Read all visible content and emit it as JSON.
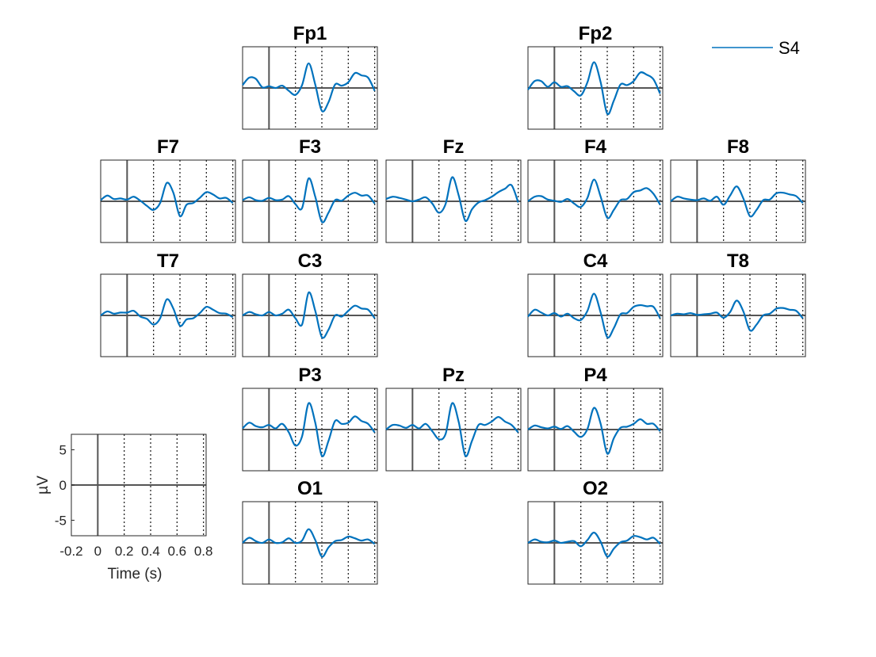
{
  "chart_data": {
    "type": "line",
    "xlim": [
      -0.2,
      0.82
    ],
    "ylim": [
      -7.2,
      7.2
    ],
    "grid": "dotted vertical at 0.2, 0.4, 0.6, 0.8",
    "legend": {
      "placement": "top-right",
      "entries": [
        {
          "name": "S4",
          "color": "#0072BD"
        }
      ]
    },
    "colors": {
      "series": "#0072BD",
      "zero_line": "#555555",
      "axes": "#262626"
    },
    "scale_axes": {
      "xlabel": "Time (s)",
      "ylabel": "µV",
      "xticks": [
        -0.2,
        0,
        0.2,
        0.4,
        0.6,
        0.8
      ],
      "xtick_labels": [
        "-0.2",
        "0",
        "0.2",
        "0.4",
        "0.6",
        "0.8"
      ],
      "yticks": [
        5,
        0,
        -5
      ],
      "ytick_labels": [
        "5",
        "0",
        "-5"
      ]
    },
    "x": [
      -0.2,
      -0.15,
      -0.1,
      -0.05,
      0,
      0.05,
      0.1,
      0.15,
      0.2,
      0.25,
      0.3,
      0.35,
      0.4,
      0.45,
      0.5,
      0.55,
      0.6,
      0.65,
      0.7,
      0.75,
      0.8
    ],
    "channels": [
      {
        "name": "Fp1",
        "series": "S4",
        "values": [
          0.5,
          1.8,
          1.6,
          0.1,
          0.3,
          0.0,
          0.4,
          -0.5,
          -1.2,
          0.5,
          4.3,
          0.6,
          -4.0,
          -2.5,
          0.6,
          0.4,
          1.0,
          2.6,
          2.2,
          1.8,
          -0.5
        ]
      },
      {
        "name": "Fp2",
        "series": "S4",
        "values": [
          -0.3,
          1.2,
          1.2,
          0.2,
          1.0,
          0.2,
          0.3,
          -0.6,
          -1.3,
          1.0,
          4.5,
          1.0,
          -4.5,
          -2.2,
          0.6,
          0.5,
          1.2,
          2.7,
          2.3,
          1.5,
          -1.0
        ]
      },
      {
        "name": "F7",
        "series": "S4",
        "values": [
          0.2,
          1.0,
          0.4,
          0.5,
          0.3,
          0.8,
          0.1,
          -0.8,
          -1.5,
          -0.3,
          3.2,
          1.5,
          -2.6,
          -0.6,
          -0.3,
          0.6,
          1.6,
          1.2,
          0.5,
          0.6,
          -0.3
        ]
      },
      {
        "name": "F3",
        "series": "S4",
        "values": [
          0.2,
          0.7,
          0.2,
          0.1,
          0.6,
          0.2,
          0.3,
          0.9,
          -0.5,
          -1.2,
          4.0,
          0.8,
          -3.6,
          -2.0,
          0.2,
          0.1,
          1.0,
          1.5,
          1.0,
          1.0,
          -0.4
        ]
      },
      {
        "name": "Fz",
        "series": "S4",
        "values": [
          0.4,
          0.8,
          0.6,
          0.3,
          0.0,
          0.3,
          0.7,
          -0.4,
          -2.0,
          -0.5,
          4.2,
          1.0,
          -3.4,
          -1.4,
          -0.2,
          0.2,
          0.8,
          1.6,
          2.2,
          2.8,
          -0.2
        ]
      },
      {
        "name": "F4",
        "series": "S4",
        "values": [
          0.0,
          0.8,
          0.9,
          0.3,
          0.1,
          -0.1,
          0.4,
          -0.4,
          -1.0,
          0.6,
          3.8,
          0.8,
          -2.9,
          -1.5,
          0.2,
          0.4,
          1.6,
          1.9,
          2.3,
          1.3,
          -0.6
        ]
      },
      {
        "name": "F8",
        "series": "S4",
        "values": [
          0.0,
          0.8,
          0.5,
          0.3,
          0.2,
          0.5,
          0.1,
          0.8,
          -0.6,
          1.0,
          2.6,
          0.5,
          -2.6,
          -1.5,
          0.2,
          0.3,
          1.4,
          1.5,
          1.2,
          0.9,
          -0.3
        ]
      },
      {
        "name": "T7",
        "series": "S4",
        "values": [
          0.0,
          0.7,
          0.3,
          0.5,
          0.5,
          0.8,
          -0.2,
          -0.6,
          -1.6,
          -0.5,
          2.8,
          1.2,
          -1.8,
          -0.7,
          -0.5,
          0.4,
          1.5,
          1.0,
          0.4,
          0.3,
          -0.3
        ]
      },
      {
        "name": "C3",
        "series": "S4",
        "values": [
          0.0,
          0.6,
          0.2,
          0.0,
          0.6,
          0.0,
          0.3,
          1.0,
          -0.5,
          -1.6,
          4.0,
          0.8,
          -3.8,
          -2.5,
          0.0,
          -0.2,
          0.8,
          1.7,
          1.2,
          1.0,
          -0.5
        ]
      },
      {
        "name": "C4",
        "series": "S4",
        "values": [
          -0.2,
          1.0,
          0.5,
          0.0,
          0.4,
          -0.2,
          0.3,
          -0.5,
          -0.8,
          0.8,
          3.8,
          0.5,
          -3.8,
          -2.2,
          0.2,
          0.4,
          1.5,
          1.8,
          1.6,
          1.5,
          -0.5
        ]
      },
      {
        "name": "T8",
        "series": "S4",
        "values": [
          0.0,
          0.3,
          0.2,
          0.4,
          0.1,
          0.2,
          0.3,
          0.5,
          -0.4,
          0.6,
          2.6,
          0.7,
          -2.6,
          -1.6,
          0.0,
          0.3,
          1.2,
          1.3,
          1.0,
          0.8,
          -0.5
        ]
      },
      {
        "name": "P3",
        "series": "S4",
        "values": [
          0.2,
          1.2,
          0.6,
          0.4,
          0.8,
          0.2,
          1.0,
          -0.5,
          -2.8,
          -1.2,
          4.6,
          1.2,
          -4.6,
          -2.0,
          1.5,
          1.0,
          1.2,
          2.3,
          1.5,
          1.0,
          -0.5
        ]
      },
      {
        "name": "Pz",
        "series": "S4",
        "values": [
          0.0,
          0.8,
          0.7,
          0.3,
          0.8,
          0.2,
          1.0,
          -0.3,
          -1.7,
          -0.8,
          4.6,
          1.3,
          -4.6,
          -2.0,
          0.8,
          0.8,
          1.4,
          2.2,
          1.4,
          0.8,
          -0.5
        ]
      },
      {
        "name": "P4",
        "series": "S4",
        "values": [
          0.0,
          0.7,
          0.4,
          0.2,
          0.5,
          0.1,
          0.6,
          -0.4,
          -1.3,
          0.1,
          3.8,
          1.0,
          -4.2,
          -1.5,
          0.3,
          0.5,
          1.0,
          1.8,
          1.0,
          1.0,
          -0.3
        ]
      },
      {
        "name": "O1",
        "series": "S4",
        "values": [
          0.0,
          0.9,
          0.3,
          0.0,
          0.6,
          0.0,
          0.1,
          0.8,
          0.0,
          0.4,
          2.4,
          0.5,
          -2.4,
          -0.8,
          0.3,
          0.5,
          1.1,
          0.8,
          0.4,
          0.6,
          -0.2
        ]
      },
      {
        "name": "O2",
        "series": "S4",
        "values": [
          0.0,
          0.6,
          0.2,
          0.1,
          0.4,
          0.0,
          0.2,
          0.3,
          -0.6,
          0.5,
          1.8,
          0.2,
          -2.4,
          -1.0,
          0.1,
          0.4,
          1.2,
          1.0,
          0.6,
          0.9,
          -0.2
        ]
      }
    ]
  }
}
